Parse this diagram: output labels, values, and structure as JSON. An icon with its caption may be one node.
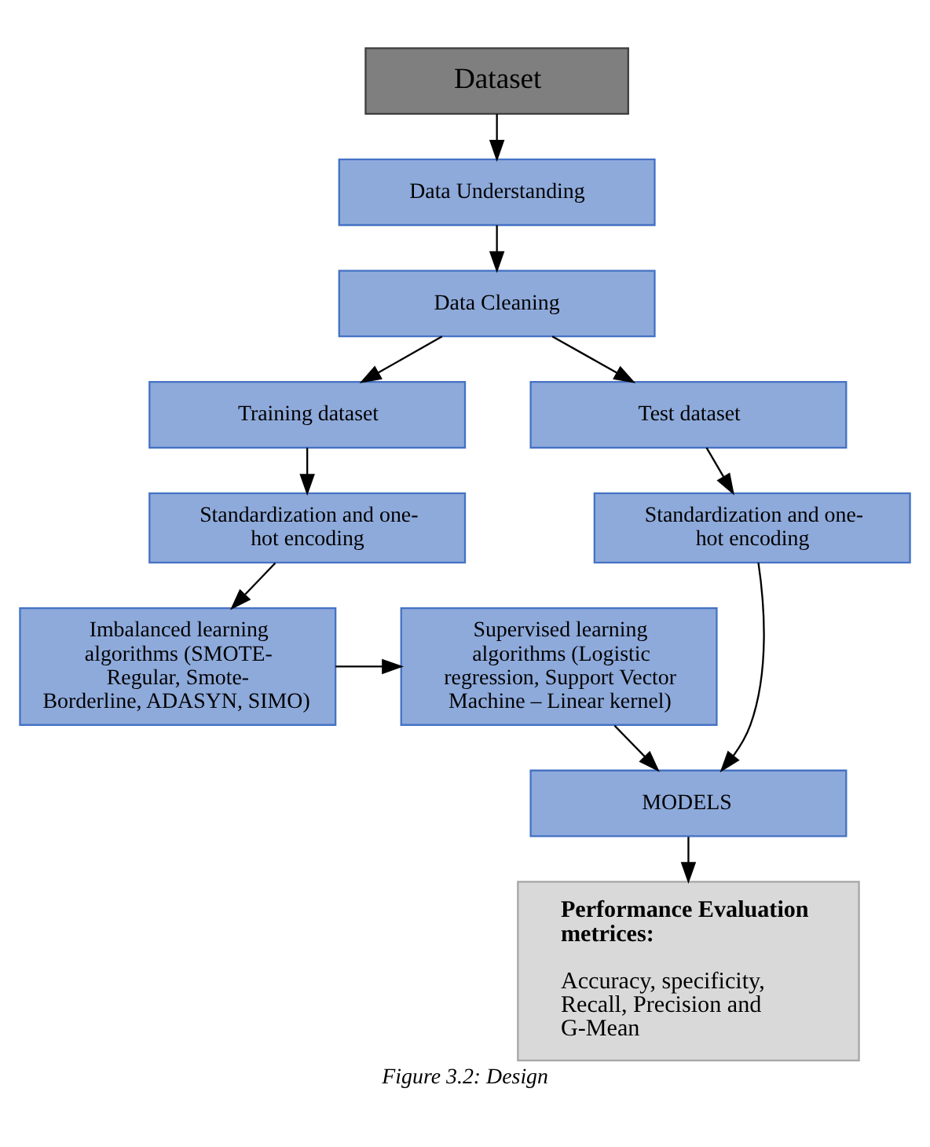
{
  "diagram": {
    "caption": "Figure 3.2: Design",
    "nodes": [
      {
        "text": [
          "Dataset"
        ]
      },
      {
        "text": [
          "Data Understanding"
        ]
      },
      {
        "text": [
          "Data Cleaning"
        ]
      },
      {
        "text": [
          "Training dataset"
        ]
      },
      {
        "text": [
          "Test dataset"
        ]
      },
      {
        "text": [
          "Standardization and one- hot encoding"
        ]
      },
      {
        "text": [
          "Standardization and one- hot encoding"
        ]
      },
      {
        "text": [
          "Imbalanced learning algorithms (SMOTE- Regular, Smote- Borderline, ADASYN, SIMO)"
        ]
      },
      {
        "text": [
          "Supervised learning algorithms (Logistic regression, Support Vector Machine – Linear kernel)"
        ]
      },
      {
        "text": [
          "MODELS"
        ]
      },
      {
        "text": [
          "Performance Evaluation metrices:",
          "Accuracy, specificity, Recall, Precision and G-Mean"
        ]
      }
    ],
    "edges": [
      {
        "from": 0,
        "to": 1,
        "arrow": "to"
      },
      {
        "from": 1,
        "to": 2,
        "arrow": "to"
      },
      {
        "from": 2,
        "to": 3,
        "arrow": "to"
      },
      {
        "from": 2,
        "to": 4,
        "arrow": "to"
      },
      {
        "from": 3,
        "to": 5,
        "arrow": "to"
      },
      {
        "from": 4,
        "to": 6,
        "arrow": "to"
      },
      {
        "from": 5,
        "to": 7,
        "arrow": "to"
      },
      {
        "from": 7,
        "to": 8,
        "arrow": "to"
      },
      {
        "from": 8,
        "to": 9,
        "arrow": "to"
      },
      {
        "from": 6,
        "to": 9,
        "arrow": "to"
      },
      {
        "from": 9,
        "to": 10,
        "arrow": "to"
      }
    ]
  }
}
